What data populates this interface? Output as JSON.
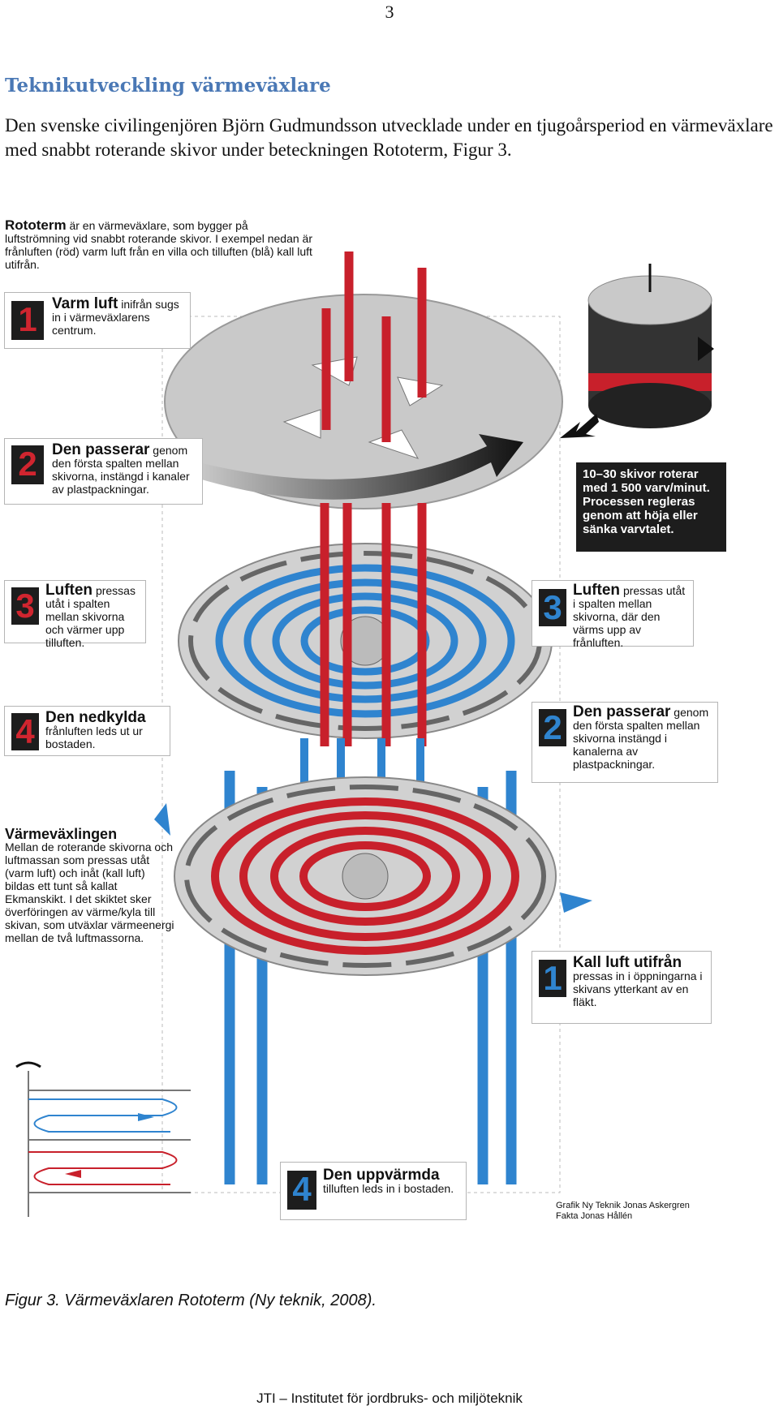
{
  "page_number": "3",
  "heading": "Teknikutveckling  värmeväxlare",
  "intro_text": "Den svenske civilingenjören Björn Gudmundsson utvecklade under en tjugoårsperiod en värmeväxlare med snabbt roterande skivor under beteckningen Rototerm, Figur 3.",
  "figure": {
    "intro_title": "Rototerm",
    "intro_text": "är en värmeväxlare, som bygger på luftströmning vid snabbt roterande skivor. I exempel nedan är frånluften (röd) varm luft från en villa och tilluften (blå) kall luft utifrån.",
    "callouts": {
      "c1_left": {
        "number": "1",
        "title": "Varm luft",
        "text": "inifrån sugs in i värmeväxlarens centrum."
      },
      "c2_left": {
        "number": "2",
        "title": "Den passerar",
        "text": "genom den första spalten mellan skivorna, instängd i kanaler av plastpackningar."
      },
      "c3_left": {
        "number": "3",
        "title": "Luften",
        "text": "pressas utåt i spalten mellan skivorna och värmer upp tilluften."
      },
      "c4_left": {
        "number": "4",
        "title": "Den nedkylda",
        "text": "frånluften leds ut ur bostaden."
      },
      "c3_right": {
        "number": "3",
        "title": "Luften",
        "text": "pressas utåt i spalten mellan skivorna, där den värms upp av frånluften."
      },
      "c2_right": {
        "number": "2",
        "title": "Den passerar",
        "text": "genom den första spalten mellan skivorna instängd i kanalerna av plastpackningar."
      },
      "c1_right": {
        "number": "1",
        "title": "Kall luft utifrån",
        "text": "pressas in i öppningarna i skivans ytterkant av en fläkt."
      },
      "c4_bottom": {
        "number": "4",
        "title": "Den uppvärmda",
        "text": "tilluften leds in i bostaden."
      }
    },
    "rotation_note": "10–30 skivor roterar med 1 500 varv/minut. Processen regleras genom att höja eller sänka varvtalet.",
    "exchange_title": "Värmeväxlingen",
    "exchange_text": "Mellan de roterande skivorna och luftmassan som pressas utåt (varm luft) och inåt (kall luft) bildas ett tunt så kallat Ekmanskikt. I det skiktet sker överföringen av värme/kyla till skivan, som utväxlar värmeenergi mellan de två luftmassorna.",
    "credit_line1": "Grafik Ny Teknik Jonas Askergren",
    "credit_line2": "Fakta Jonas Hållén",
    "colors": {
      "warm": "#c8202b",
      "cold": "#2f84cf",
      "disc": "#c9c9c9",
      "dark": "#1d1d1d"
    }
  },
  "caption": "Figur 3. Värmeväxlaren Rototerm (Ny teknik, 2008).",
  "footer": "JTI – Institutet för jordbruks- och miljöteknik"
}
